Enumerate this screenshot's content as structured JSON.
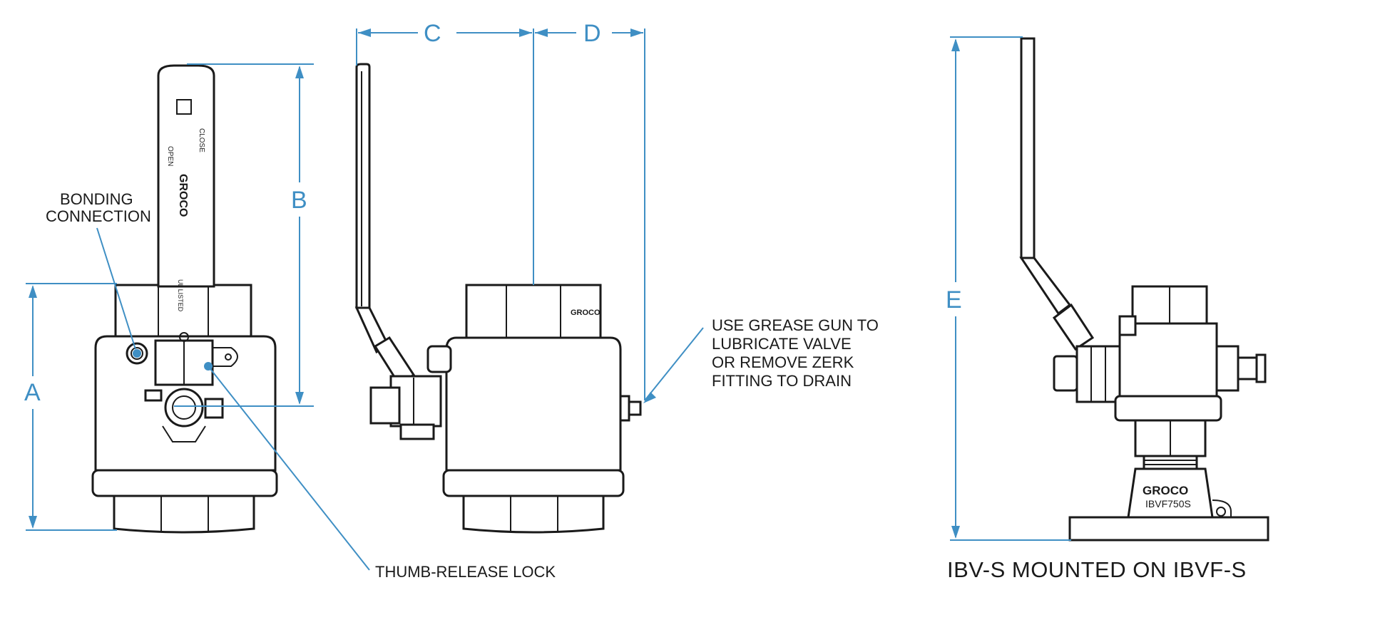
{
  "dimensions": {
    "a": "A",
    "b": "B",
    "c": "C",
    "d": "D",
    "e": "E"
  },
  "callouts": {
    "bonding_line1": "BONDING",
    "bonding_line2": "CONNECTION",
    "thumb_release": "THUMB-RELEASE LOCK",
    "grease_line1": "USE GREASE GUN TO",
    "grease_line2": "LUBRICATE VALVE",
    "grease_line3": "OR REMOVE ZERK",
    "grease_line4": "FITTING TO DRAIN"
  },
  "handle_markings": {
    "open": "OPEN",
    "close": "CLOSE",
    "brand": "GROCO",
    "listing": "UL LISTED"
  },
  "body_stamp": "GROCO",
  "flange_brand": "GROCO",
  "flange_model": "IBVF750S",
  "caption": "IBV-S MOUNTED ON IBVF-S",
  "colors": {
    "dimension": "#3f8fc4",
    "line": "#1a1a1a"
  }
}
